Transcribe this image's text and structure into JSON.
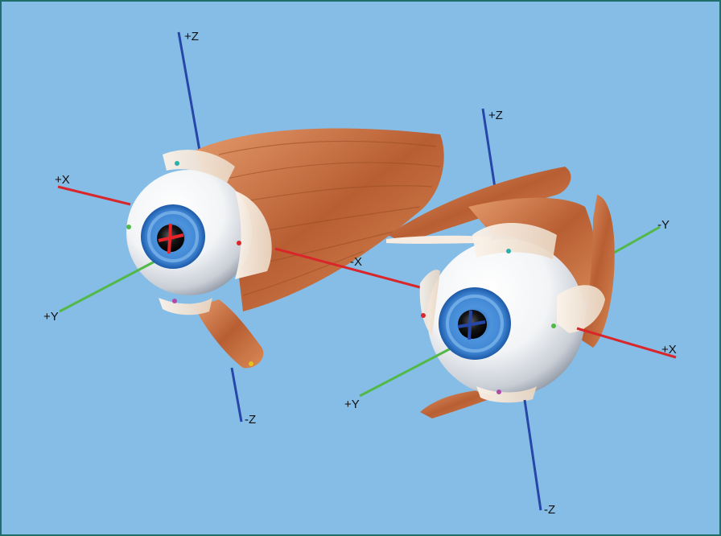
{
  "scene": {
    "background_color": "#86bde6",
    "border_color": "#1f6e6a",
    "axis_colors": {
      "x": "#d8262a",
      "y": "#52b848",
      "z": "#2647a8"
    }
  },
  "left_eye": {
    "labels": {
      "pz": "+Z",
      "nz": "-Z",
      "px": "+X",
      "nx": "-X",
      "py": "+Y"
    }
  },
  "right_eye": {
    "labels": {
      "pz": "+Z",
      "nz": "-Z",
      "px": "+X",
      "ny": "-Y",
      "py": "+Y"
    }
  }
}
